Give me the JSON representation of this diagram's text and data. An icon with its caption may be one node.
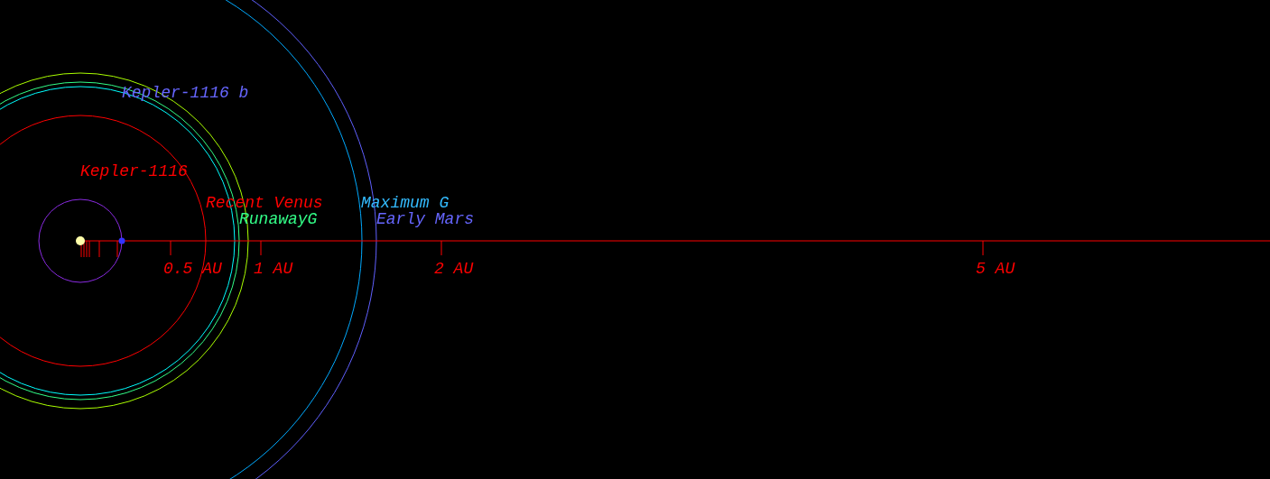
{
  "diagram": {
    "labels": [
      "Kepler-1116 b",
      "Kepler-1116",
      "Recent Venus",
      "Maximum G",
      "RunawayG",
      "Early Mars",
      "0.5 AU",
      "1 AU",
      "2 AU",
      "5 AU"
    ]
  }
}
